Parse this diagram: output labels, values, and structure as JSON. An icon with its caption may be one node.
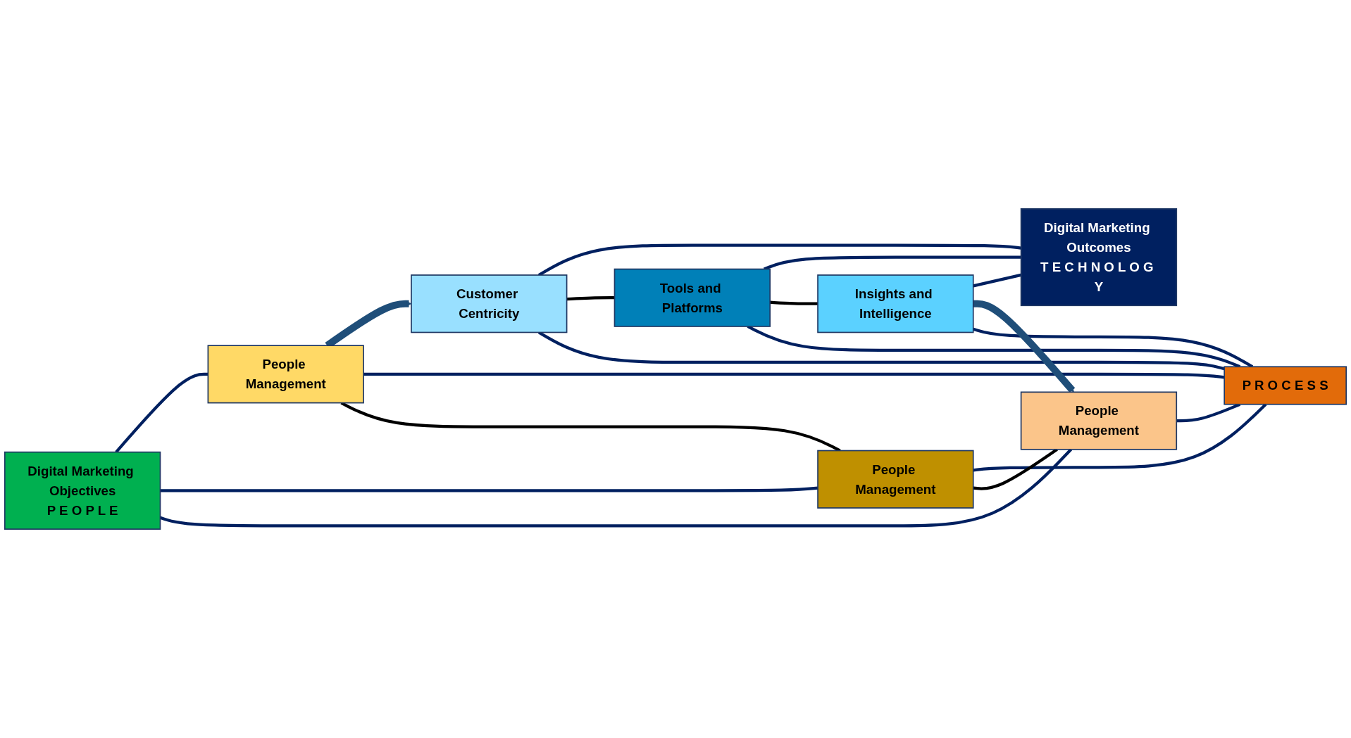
{
  "diagram": {
    "nodes": [
      {
        "text": [
          "Digital Marketing Objectives",
          "P E O P L E"
        ]
      },
      {
        "text": [
          "People Management"
        ]
      },
      {
        "text": [
          "People Management"
        ]
      },
      {
        "text": [
          "People Management"
        ]
      },
      {
        "text": [
          "P R O C E S S"
        ]
      },
      {
        "text": [
          "Customer Centricity"
        ]
      },
      {
        "text": [
          "Tools and Platforms"
        ]
      },
      {
        "text": [
          "Insights and Intelligence"
        ]
      },
      {
        "text": [
          "Digital Marketing Outcomes",
          "T E C H N O L O G Y"
        ]
      }
    ],
    "edges": [
      {
        "from": 1,
        "to": 5,
        "arrow": "to",
        "style": "thick",
        "color": "#1f4e79"
      },
      {
        "from": 0,
        "to": 1,
        "arrow": "none"
      },
      {
        "from": 1,
        "to": 4,
        "arrow": "none"
      },
      {
        "from": 4,
        "to": 5,
        "arrow": "none"
      },
      {
        "from": 5,
        "to": 8,
        "arrow": "none"
      },
      {
        "from": 1,
        "to": 2,
        "arrow": "none",
        "color": "#000000"
      },
      {
        "from": 5,
        "to": 6,
        "arrow": "none",
        "color": "#000000"
      },
      {
        "from": 0,
        "to": 2,
        "arrow": "none"
      },
      {
        "from": 2,
        "to": 4,
        "arrow": "none"
      },
      {
        "from": 4,
        "to": 6,
        "arrow": "none"
      },
      {
        "from": 6,
        "to": 8,
        "arrow": "none"
      },
      {
        "from": 2,
        "to": 3,
        "arrow": "none",
        "color": "#000000"
      },
      {
        "from": 6,
        "to": 7,
        "arrow": "none",
        "color": "#000000"
      },
      {
        "from": 0,
        "to": 3,
        "arrow": "none"
      },
      {
        "from": 3,
        "to": 4,
        "arrow": "none"
      },
      {
        "from": 4,
        "to": 7,
        "arrow": "none"
      },
      {
        "from": 7,
        "to": 8,
        "arrow": "none"
      },
      {
        "from": 7,
        "to": 3,
        "arrow": "to",
        "style": "thick",
        "color": "#1f4e79"
      }
    ]
  }
}
